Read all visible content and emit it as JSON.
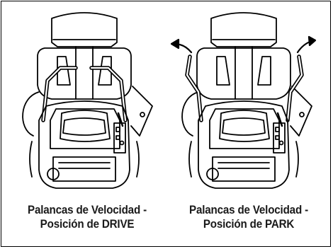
{
  "panels": [
    {
      "id": "drive",
      "caption_line1": "Palancas de Velocidad -",
      "caption_line2": "Posición de DRIVE",
      "lever_position": "drive"
    },
    {
      "id": "park",
      "caption_line1": "Palancas de Velocidad -",
      "caption_line2": "Posición de PARK",
      "lever_position": "park"
    }
  ],
  "colors": {
    "line": "#000000",
    "background": "#ffffff"
  }
}
